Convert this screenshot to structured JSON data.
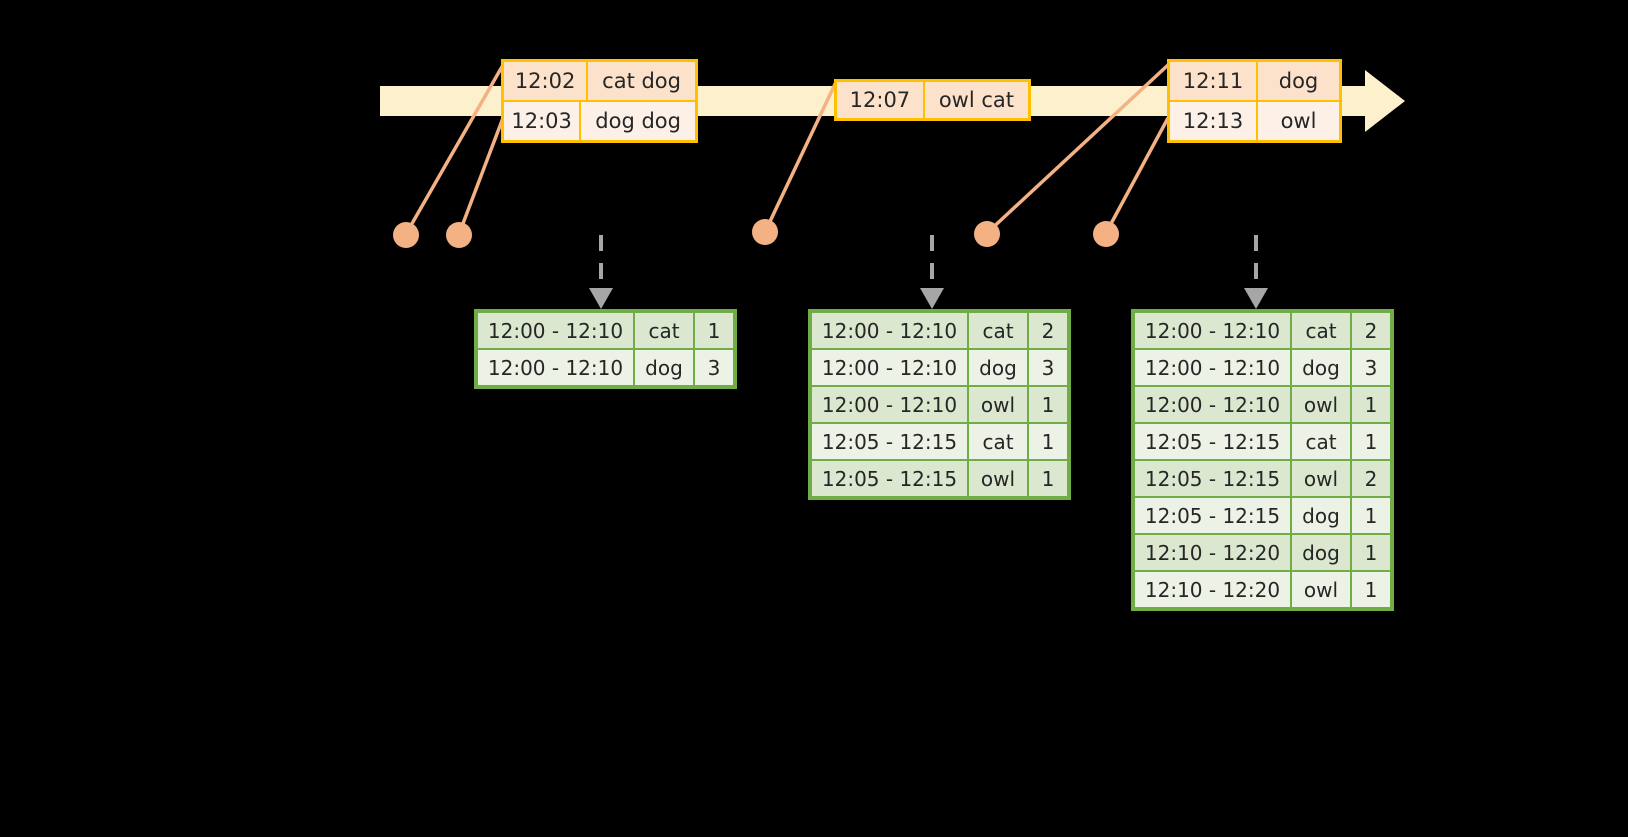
{
  "colors": {
    "timeline_bar": "#FDF0CC",
    "event_border": "#FFC000",
    "event_fill_dark": "#FCE2CA",
    "event_fill_light": "#FDF0E6",
    "connector": "#F4B183",
    "dot": "#F4B183",
    "table_border": "#70AD47",
    "table_fill_dark": "#DBE7CF",
    "table_fill_light": "#ECF2E6",
    "dashed_arrow": "#A6A6A6",
    "background": "#000000"
  },
  "timeline": {
    "name": "event-stream-timeline",
    "arrow_icon": "arrow-right-icon",
    "events": [
      {
        "id": "event-group-1",
        "rows": [
          {
            "time": "12:02",
            "words": "cat dog"
          },
          {
            "time": "12:03",
            "words": "dog dog"
          }
        ]
      },
      {
        "id": "event-group-2",
        "rows": [
          {
            "time": "12:07",
            "words": "owl cat"
          }
        ]
      },
      {
        "id": "event-group-3",
        "rows": [
          {
            "time": "12:11",
            "words": "dog"
          },
          {
            "time": "12:13",
            "words": "owl"
          }
        ]
      }
    ],
    "markers": [
      {
        "id": "marker-1"
      },
      {
        "id": "marker-2"
      },
      {
        "id": "marker-3"
      },
      {
        "id": "marker-4"
      },
      {
        "id": "marker-5"
      }
    ]
  },
  "results": [
    {
      "id": "result-table-1",
      "rows": [
        {
          "window": "12:00 - 12:10",
          "word": "cat",
          "count": "1"
        },
        {
          "window": "12:00 - 12:10",
          "word": "dog",
          "count": "3"
        }
      ]
    },
    {
      "id": "result-table-2",
      "rows": [
        {
          "window": "12:00 - 12:10",
          "word": "cat",
          "count": "2"
        },
        {
          "window": "12:00 - 12:10",
          "word": "dog",
          "count": "3"
        },
        {
          "window": "12:00 - 12:10",
          "word": "owl",
          "count": "1"
        },
        {
          "window": "12:05 - 12:15",
          "word": "cat",
          "count": "1"
        },
        {
          "window": "12:05 - 12:15",
          "word": "owl",
          "count": "1"
        }
      ]
    },
    {
      "id": "result-table-3",
      "rows": [
        {
          "window": "12:00 - 12:10",
          "word": "cat",
          "count": "2"
        },
        {
          "window": "12:00 - 12:10",
          "word": "dog",
          "count": "3"
        },
        {
          "window": "12:00 - 12:10",
          "word": "owl",
          "count": "1"
        },
        {
          "window": "12:05 - 12:15",
          "word": "cat",
          "count": "1"
        },
        {
          "window": "12:05 - 12:15",
          "word": "owl",
          "count": "2"
        },
        {
          "window": "12:05 - 12:15",
          "word": "dog",
          "count": "1"
        },
        {
          "window": "12:10 - 12:20",
          "word": "dog",
          "count": "1"
        },
        {
          "window": "12:10 - 12:20",
          "word": "owl",
          "count": "1"
        }
      ]
    }
  ]
}
